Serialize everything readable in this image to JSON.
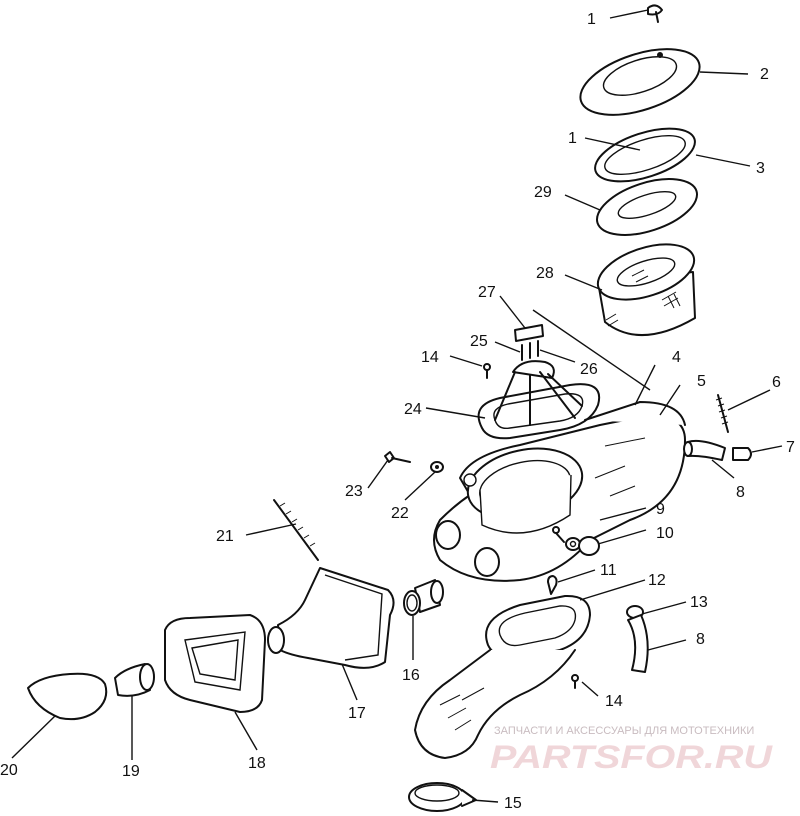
{
  "callouts": {
    "c1a": "1",
    "c2": "2",
    "c1b": "1",
    "c3": "3",
    "c29": "29",
    "c28": "28",
    "c27": "27",
    "c25": "25",
    "c26": "26",
    "c4": "4",
    "c14a": "14",
    "c5": "5",
    "c6": "6",
    "c24": "24",
    "c7": "7",
    "c8a": "8",
    "c23": "23",
    "c22": "22",
    "c9": "9",
    "c10": "10",
    "c21": "21",
    "c11": "11",
    "c12": "12",
    "c13": "13",
    "c8b": "8",
    "c16": "16",
    "c17": "17",
    "c14b": "14",
    "c20": "20",
    "c19": "19",
    "c18": "18",
    "c15": "15"
  },
  "watermark": {
    "caption": "ЗАПЧАСТИ И АКСЕССУАРЫ ДЛЯ МОТОТЕХНИКИ",
    "logo": "PARTSFOR.RU"
  }
}
